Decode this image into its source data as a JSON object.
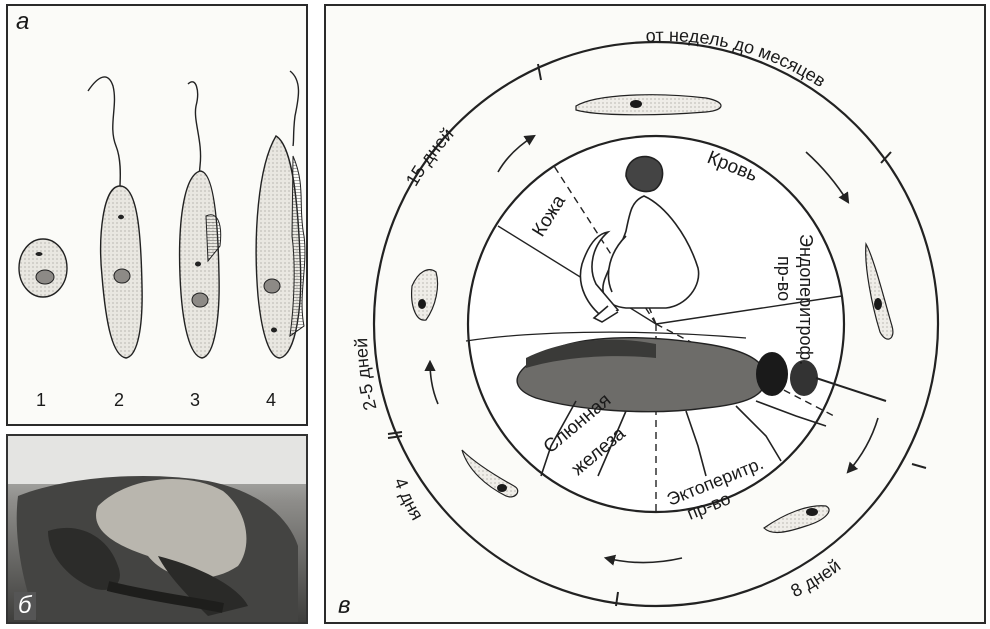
{
  "panel_a": {
    "label": "а",
    "stages": [
      {
        "number": "1"
      },
      {
        "number": "2"
      },
      {
        "number": "3"
      },
      {
        "number": "4"
      }
    ]
  },
  "panel_b": {
    "label": "б"
  },
  "panel_c": {
    "label": "в",
    "outer_durations": {
      "top_right": "от недель до месяцев",
      "top_left": "15 дней",
      "left": "2-5 дней",
      "bottom_left": "4 дня",
      "bottom_right": "8 дней"
    },
    "sectors": {
      "skin": "Кожа",
      "blood": "Кровь",
      "endoperitrophic_line1": "Эндоперитроф.",
      "endoperitrophic_line2": "пр-во",
      "ectoperitrophic_line1": "Эктоперитр.",
      "ectoperitrophic_line2": "пр-во",
      "salivary_line1": "Слюнная",
      "salivary_line2": "железа"
    }
  }
}
